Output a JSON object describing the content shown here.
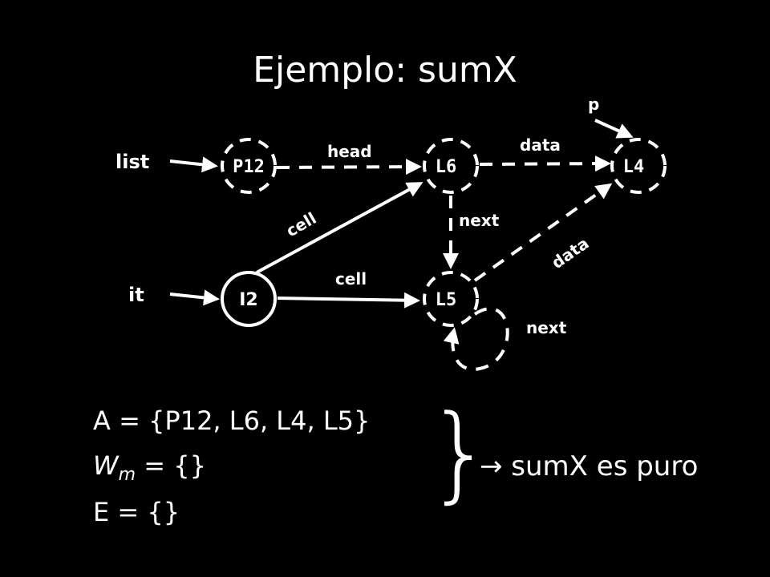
{
  "title": "Ejemplo: sumX",
  "nodes": {
    "p12": "P12",
    "l6": "L6",
    "l4": "L4",
    "l5": "L5",
    "i2": "I2"
  },
  "vars": {
    "list": "list",
    "it": "it",
    "p": "p"
  },
  "edges": {
    "head": "head",
    "data1": "data",
    "data2": "data",
    "next1": "next",
    "next2": "next",
    "cell1": "cell",
    "cell2": "cell"
  },
  "equations": {
    "a": "A = {P12, L6, L4, L5}",
    "w_main": "W",
    "w_sub": "m",
    "w_rest": " = {}",
    "e": "E = {}"
  },
  "brace": "}",
  "result": "→ sumX es puro"
}
